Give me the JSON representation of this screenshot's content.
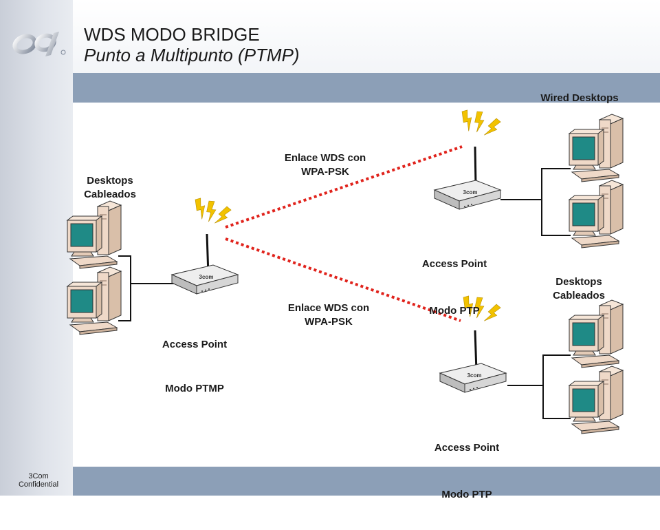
{
  "title": {
    "line1": "WDS MODO BRIDGE",
    "line2": "Punto a Multipunto (PTMP)"
  },
  "footer": {
    "company": "3Com",
    "classification": "Confidential"
  },
  "labels": {
    "wired_desktops": "Wired Desktops",
    "desktops_left": "Desktops\nCableados",
    "desktops_right": "Desktops\nCableados",
    "link_top": "Enlace WDS con\nWPA-PSK",
    "link_bottom": "Enlace WDS con\nWPA-PSK",
    "ap_ptmp": "Access Point",
    "ap_ptmp_mode": "Modo PTMP",
    "ap_ptp_top": "Access Point",
    "ap_ptp_top_mode": "Modo PTP",
    "ap_ptp_bottom": "Access Point",
    "ap_ptp_bottom_mode": "Modo PTP"
  },
  "device_badge": "3com",
  "colors": {
    "header_bar": "#8c9fb7",
    "wds_link": "#e0231c",
    "lightning": "#f2c200",
    "monitor_screen": "#1f8a86",
    "computer_case": "#efd9c8"
  }
}
